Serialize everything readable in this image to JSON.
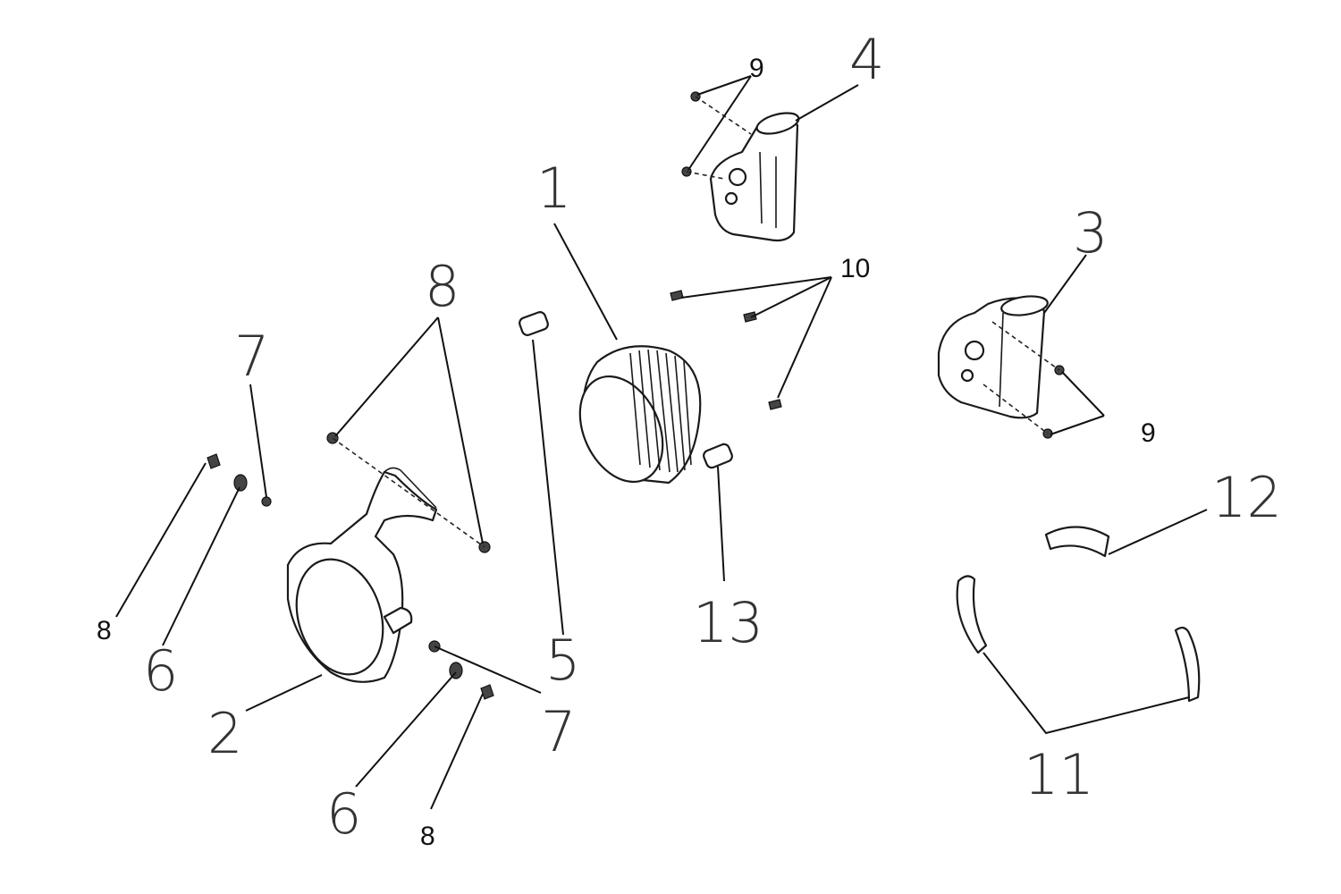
{
  "callouts": {
    "c1": "1",
    "c2": "2",
    "c3": "3",
    "c4": "4",
    "c5": "5",
    "c6a": "6",
    "c6b": "6",
    "c7a": "7",
    "c7b": "7",
    "c8a": "8",
    "c8b": "8",
    "c8c": "8",
    "c9a": "9",
    "c9b": "9",
    "c10": "10",
    "c11": "11",
    "c12": "12",
    "c13": "13"
  }
}
